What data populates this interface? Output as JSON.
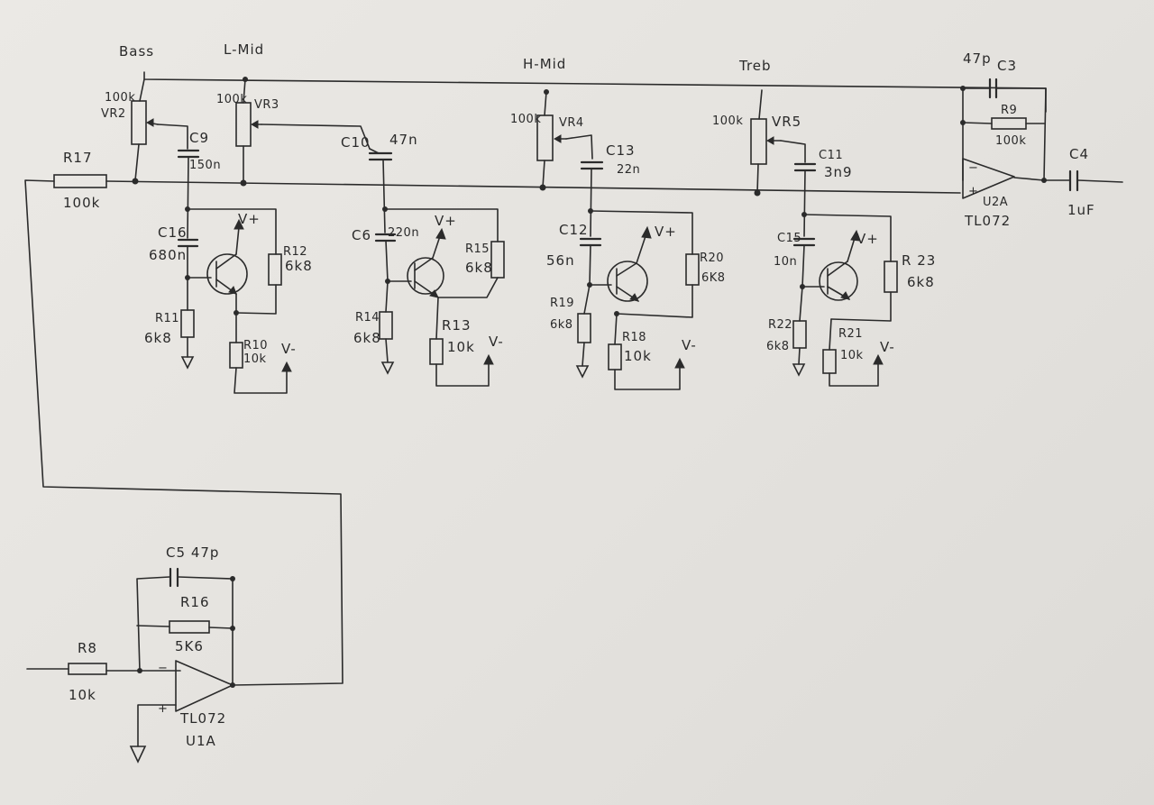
{
  "sections": {
    "bass": "Bass",
    "lmid": "L-Mid",
    "hmid": "H-Mid",
    "treb": "Treb"
  },
  "components": {
    "vr2": {
      "name": "VR2",
      "value": "100k"
    },
    "vr3": {
      "name": "VR3",
      "value": "100k"
    },
    "vr4": {
      "name": "VR4",
      "value": "100k"
    },
    "vr5": {
      "name": "VR5",
      "value": "100k"
    },
    "r17": {
      "name": "R17",
      "value": "100k"
    },
    "c9": {
      "name": "C9",
      "value": "150n"
    },
    "c10": {
      "name": "C10",
      "value": "47n"
    },
    "c13": {
      "name": "C13",
      "value": "22n"
    },
    "c11": {
      "name": "C11",
      "value": "3n9"
    },
    "c16": {
      "name": "C16",
      "value": "680n"
    },
    "c6": {
      "name": "C6",
      "value": "220n"
    },
    "c12": {
      "name": "C12",
      "value": "56n"
    },
    "c15": {
      "name": "C15",
      "value": "10n"
    },
    "r11": {
      "name": "R11",
      "value": "6k8"
    },
    "r12": {
      "name": "R12",
      "value": "6k8"
    },
    "r10": {
      "name": "R10",
      "value": "10k"
    },
    "r14": {
      "name": "R14",
      "value": "6k8"
    },
    "r15": {
      "name": "R15",
      "value": "6k8"
    },
    "r13": {
      "name": "R13",
      "value": "10k"
    },
    "r19": {
      "name": "R19",
      "value": "6k8"
    },
    "r20": {
      "name": "R20",
      "value": "6K8"
    },
    "r18": {
      "name": "R18",
      "value": "10k"
    },
    "r22": {
      "name": "R22",
      "value": "6k8"
    },
    "r23": {
      "name": "R 23",
      "value": "6k8"
    },
    "r21": {
      "name": "R21",
      "value": "10k"
    },
    "c3": {
      "name": "C3",
      "value": "47p"
    },
    "r9": {
      "name": "R9",
      "value": "100k"
    },
    "c4": {
      "name": "C4",
      "value": "1uF"
    },
    "u2a": {
      "name": "U2A",
      "part": "TL072"
    },
    "c5": {
      "name": "C5",
      "value": "47p"
    },
    "r16": {
      "name": "R16",
      "value": "5K6"
    },
    "r8": {
      "name": "R8",
      "value": "10k"
    },
    "u1a": {
      "name": "U1A",
      "part": "TL072"
    }
  },
  "supplies": {
    "vplus": "V+",
    "vminus": "V-"
  },
  "opamp_pins": {
    "minus": "−",
    "plus": "+"
  }
}
